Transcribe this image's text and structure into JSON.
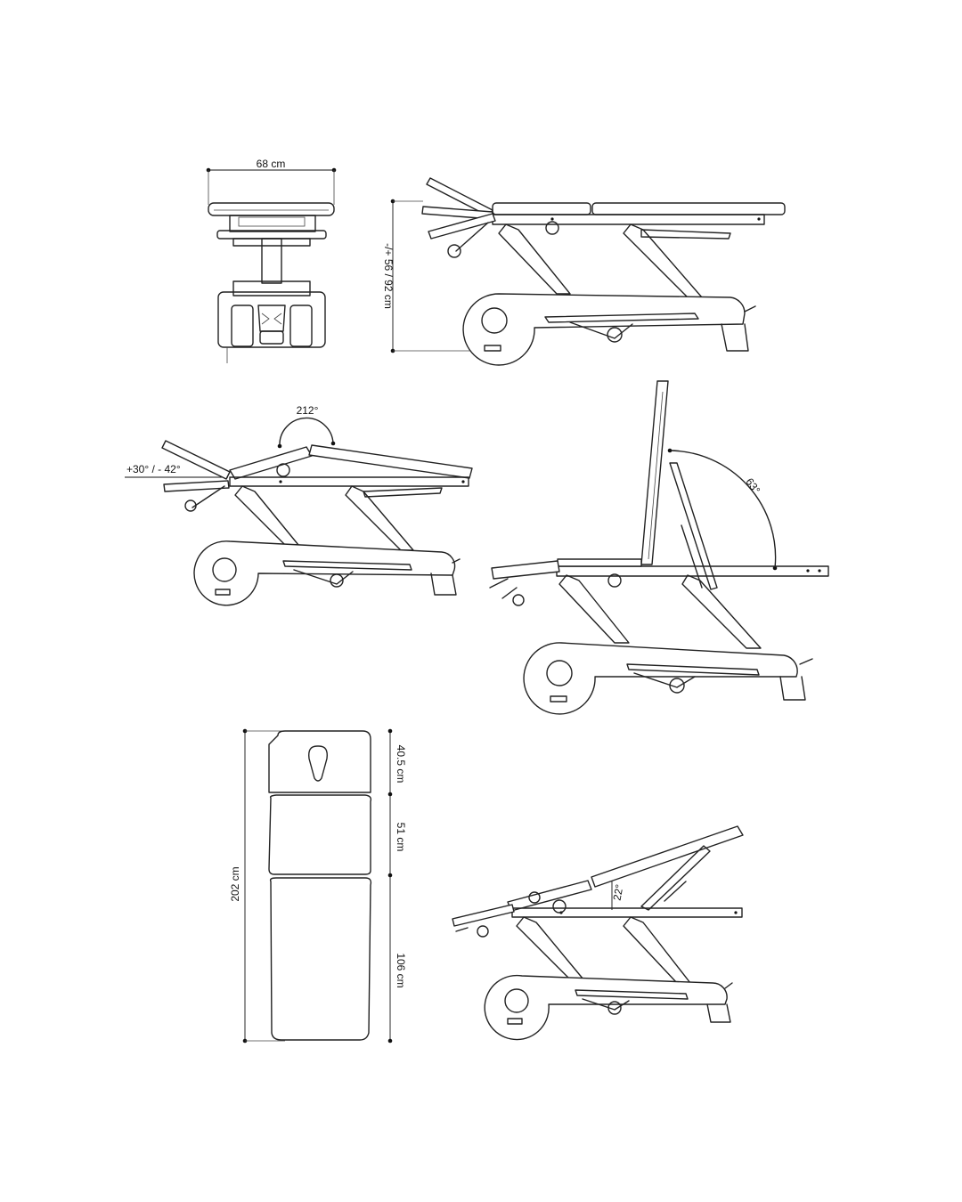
{
  "diagram": {
    "front_view": {
      "width_label": "68 cm"
    },
    "side_view": {
      "height_label": "-/+ 56 / 92 cm"
    },
    "head_tilt_view": {
      "angle_label": "212°",
      "range_label": "+30° / - 42°"
    },
    "backrest_view": {
      "angle_label": "63°"
    },
    "top_view": {
      "total_label": "202 cm",
      "sections": [
        {
          "label": "40.5 cm"
        },
        {
          "label": "51 cm"
        },
        {
          "label": "106 cm"
        }
      ]
    },
    "leg_tilt_view": {
      "angle_label": "22°"
    }
  },
  "colors": {
    "line": "#222222",
    "background": "#ffffff"
  }
}
